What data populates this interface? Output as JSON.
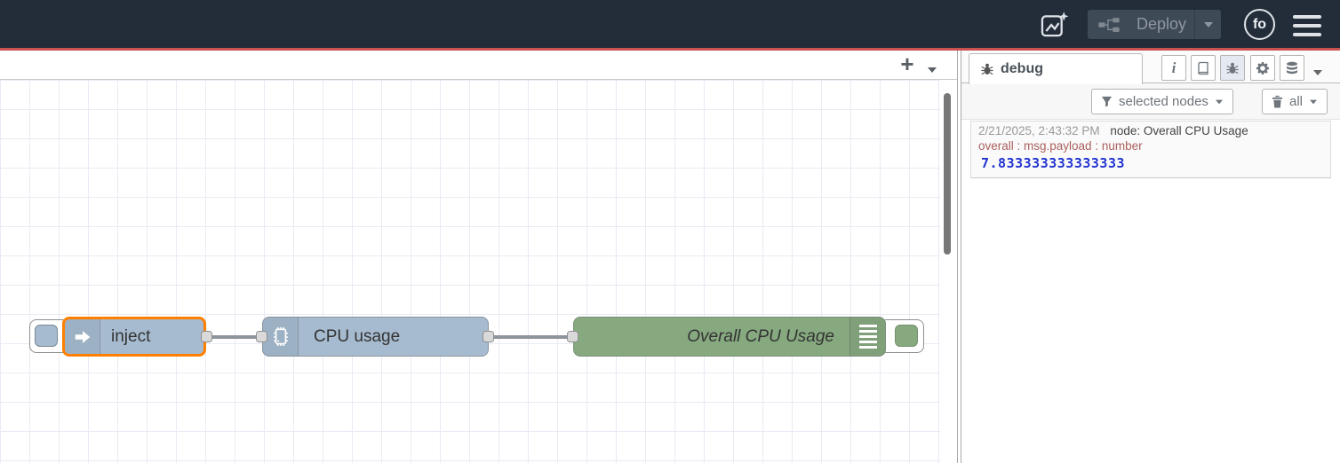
{
  "header": {
    "assistant_button": {
      "icon": "assistant-chart-sparkle-icon"
    },
    "deploy_button": {
      "label": "Deploy",
      "state": "disabled"
    },
    "avatar": {
      "initials": "fo"
    },
    "menu": {
      "icon": "hamburger-icon"
    }
  },
  "canvas": {
    "add_flow_label": "+",
    "nodes": {
      "inject": {
        "label": "inject",
        "type": "inject",
        "color": "#a6bbcf",
        "selected": true
      },
      "cpu": {
        "label": "CPU usage",
        "type": "cpu",
        "color": "#a6bbcf",
        "selected": false
      },
      "debug": {
        "label": "Overall CPU Usage",
        "type": "debug",
        "color": "#87a980",
        "selected": false
      }
    },
    "wires": [
      {
        "from": "inject",
        "to": "cpu"
      },
      {
        "from": "cpu",
        "to": "debug"
      }
    ]
  },
  "sidebar": {
    "active_tab": {
      "label": "debug",
      "icon": "bug-icon"
    },
    "tab_buttons": [
      "info",
      "help-book",
      "debug-bug",
      "config-gear",
      "context-database"
    ],
    "toolbar": {
      "filter_label": "selected nodes",
      "clear_label": "all"
    },
    "messages": [
      {
        "timestamp": "2/21/2025, 2:43:32 PM",
        "source": "node: Overall CPU Usage",
        "meta": "overall : msg.payload : number",
        "value": "7.833333333333333",
        "value_type": "number"
      }
    ]
  },
  "icons": {
    "info_glyph": "i"
  },
  "colors": {
    "header_bg": "#232d3a",
    "header_accent_line": "#c85250",
    "inject_node": "#a6bbcf",
    "debug_node": "#87a980",
    "selection_outline": "#ff8000",
    "debug_meta_text": "#a9605c",
    "debug_number_text": "#2033d0"
  }
}
